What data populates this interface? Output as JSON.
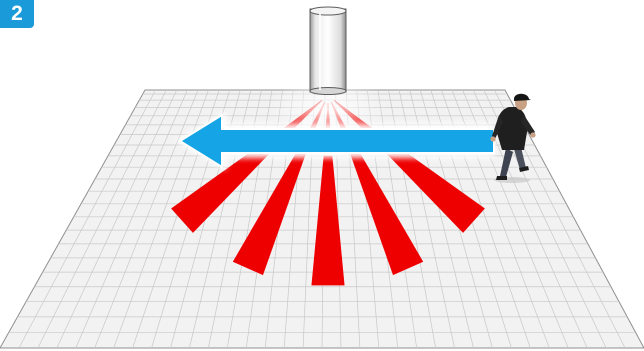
{
  "step_badge": {
    "label": "2",
    "color": "#1a9ad9"
  },
  "scene": {
    "floor_color": "#f2f2f2",
    "grid_color": "#c8c8c8",
    "sensor_beam_color": "#ee0000",
    "sensor_beam_count": 5,
    "motion_arrow_color": "#15a4e6",
    "motion_direction": "left",
    "icons": [
      "ceiling-sensor-icon",
      "walking-person-icon",
      "motion-arrow-icon"
    ]
  }
}
